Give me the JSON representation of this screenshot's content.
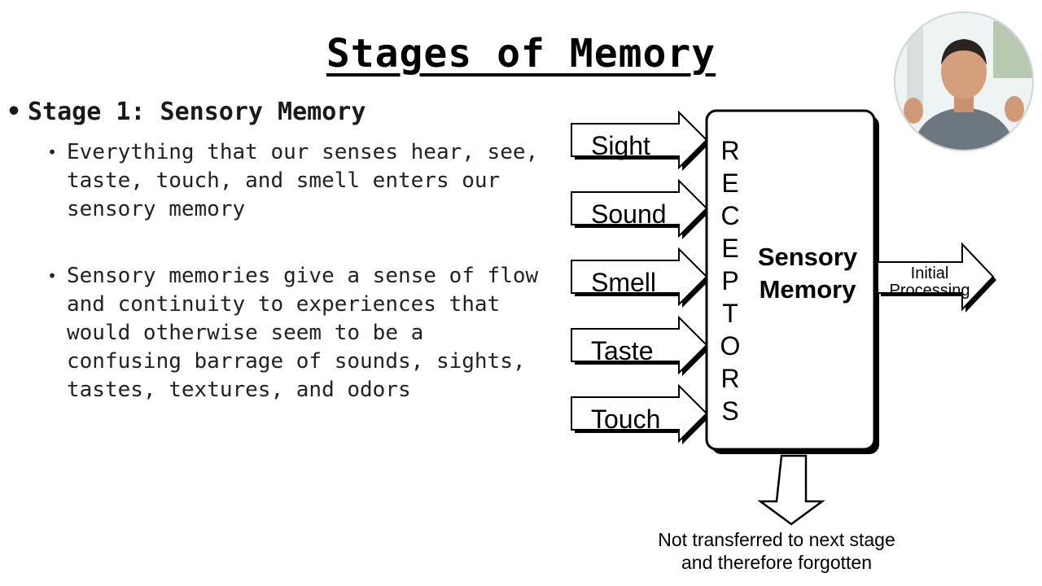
{
  "slide": {
    "title": "Stages of Memory",
    "heading_bullet": "Stage 1: Sensory Memory",
    "sub_bullets": [
      "Everything that our senses hear, see, taste, touch, and smell enters our sensory memory",
      "Sensory memories give a sense of flow and continuity to experiences that would otherwise seem to be a confusing barrage of sounds, sights, tastes, textures, and odors"
    ]
  },
  "diagram": {
    "inputs": [
      "Sight",
      "Sound",
      "Smell",
      "Taste",
      "Touch"
    ],
    "receptors_letters": [
      "R",
      "E",
      "C",
      "E",
      "P",
      "T",
      "O",
      "R",
      "S"
    ],
    "box_label": [
      "Sensory",
      "Memory"
    ],
    "output_label": [
      "Initial",
      "Processing"
    ],
    "forgotten_label": [
      "Not transferred to next stage",
      "and therefore forgotten"
    ]
  },
  "webcam": {
    "description_icon": "presenter-webcam"
  }
}
